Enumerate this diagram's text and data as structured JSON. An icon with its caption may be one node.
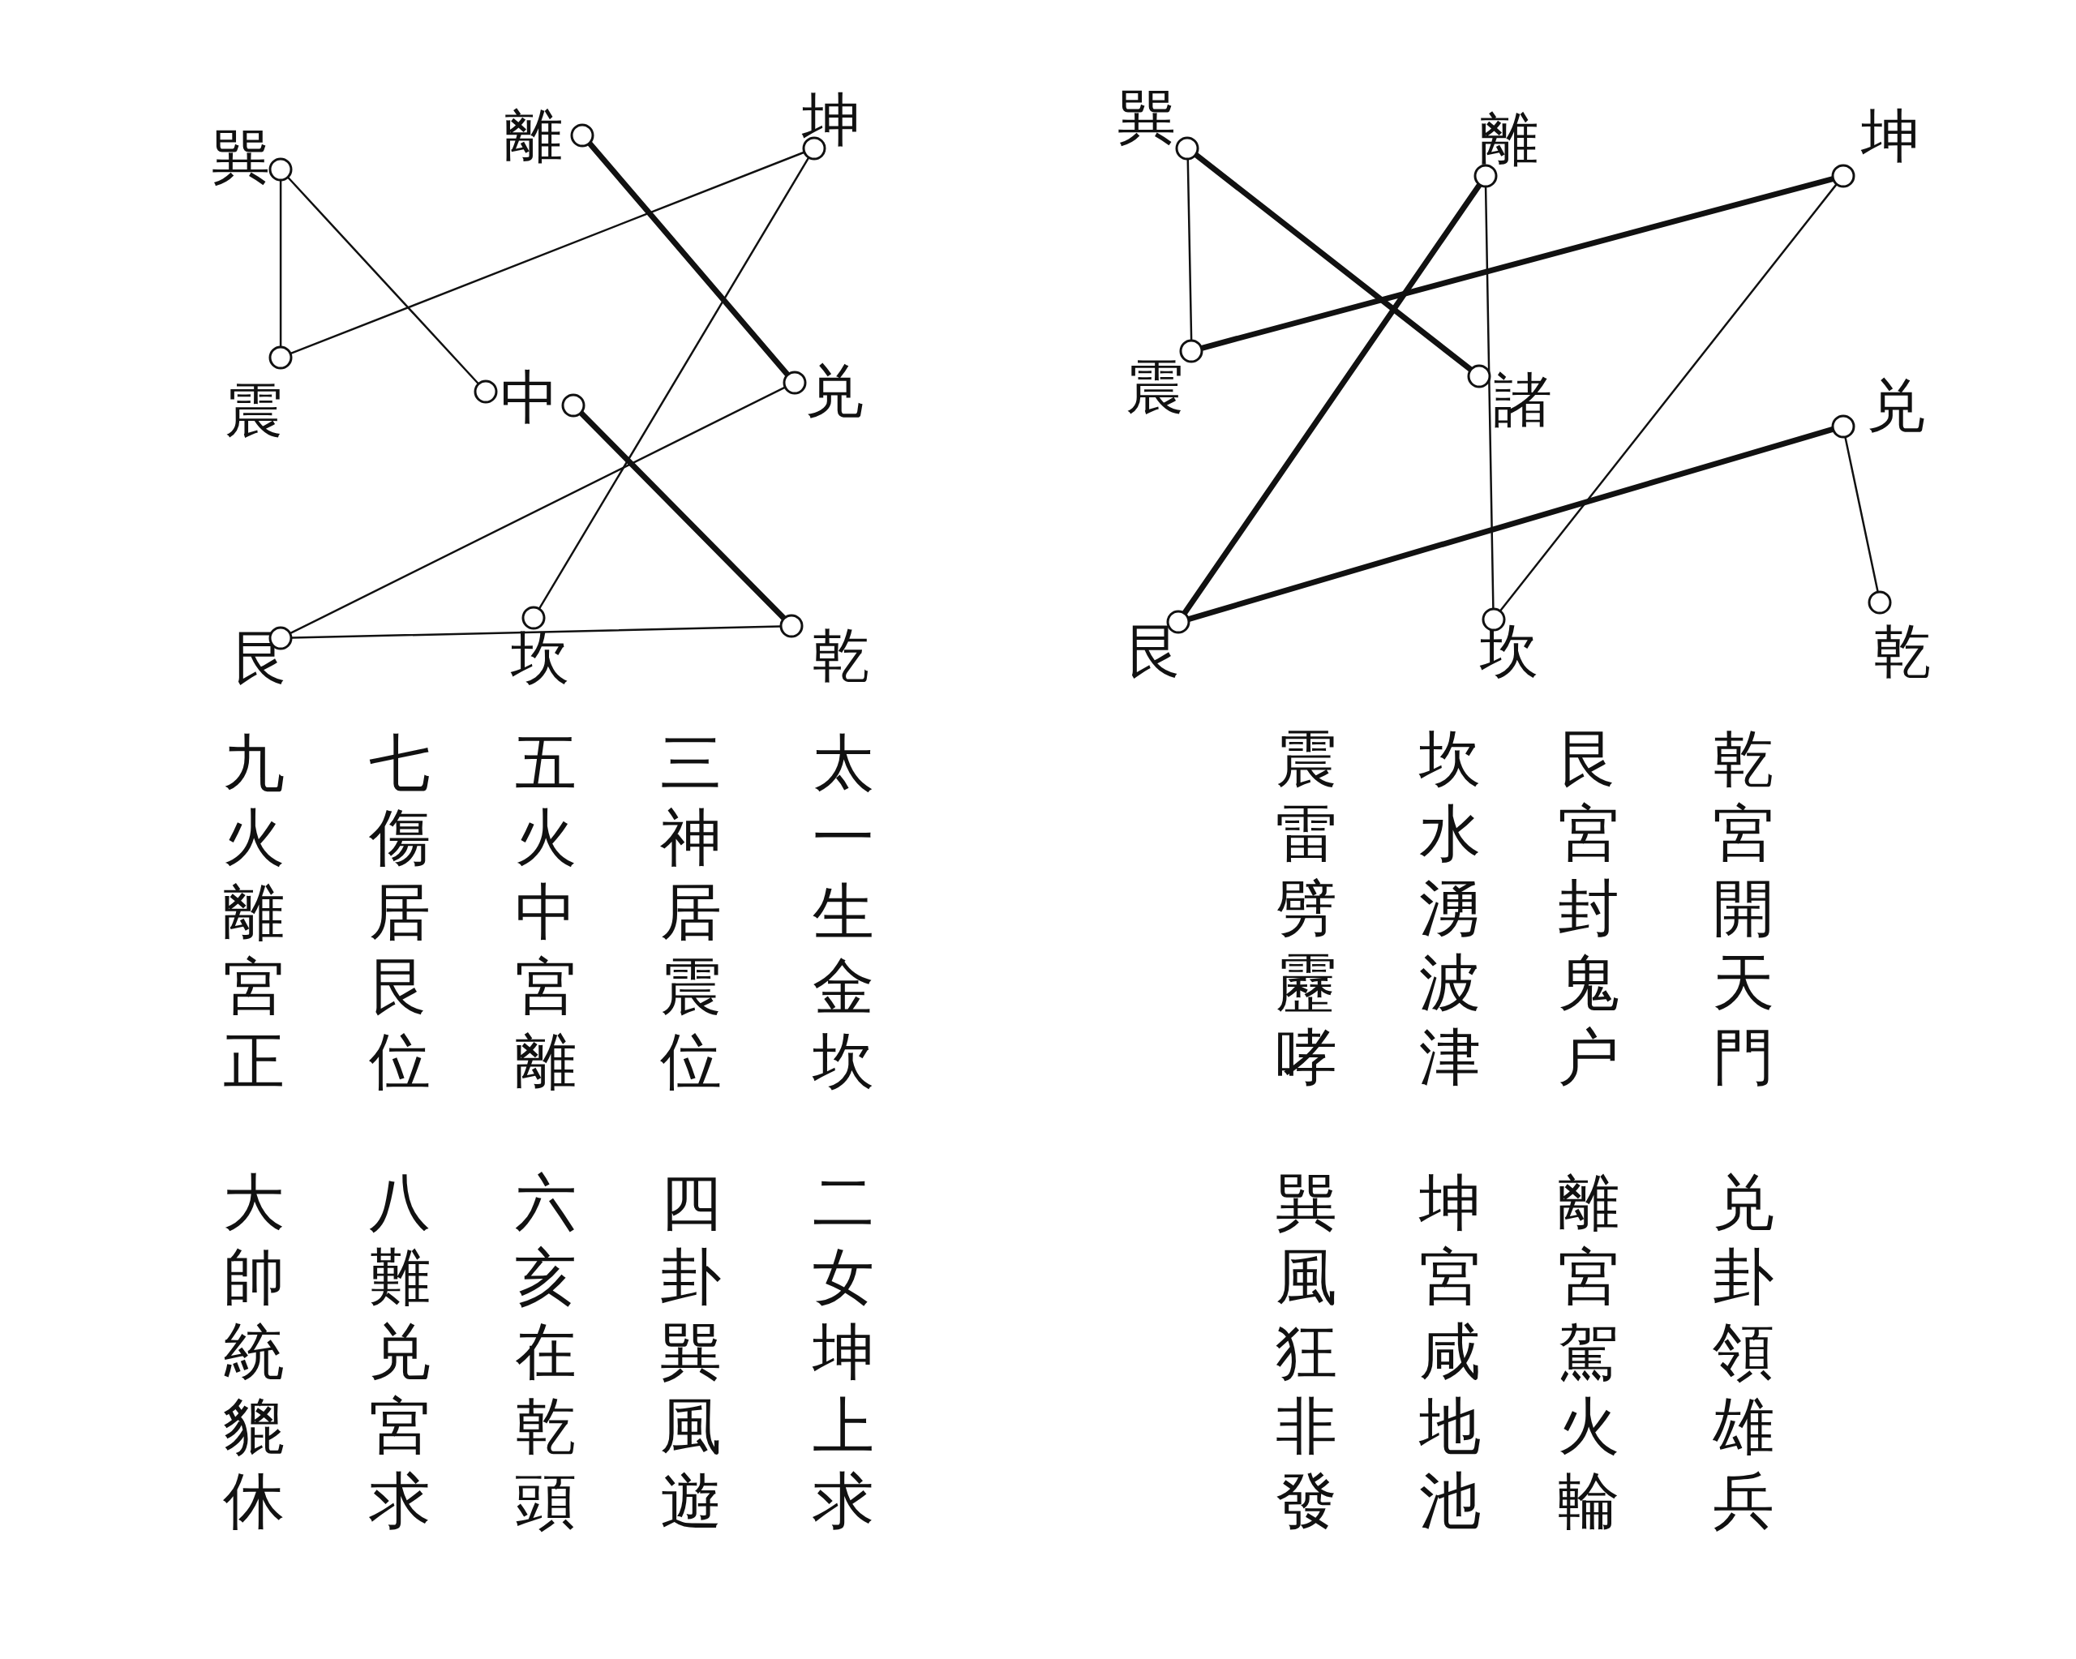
{
  "diagram": {
    "nodes": [
      {
        "text": [
          "巽"
        ]
      },
      {
        "text": [
          "離"
        ]
      },
      {
        "text": [
          "坤"
        ]
      },
      {
        "text": [
          "震"
        ]
      },
      {
        "text": [
          "中"
        ]
      },
      {
        "text": [
          "兑"
        ]
      },
      {
        "text": [
          "艮"
        ]
      },
      {
        "text": [
          "坎"
        ]
      },
      {
        "text": [
          "乾"
        ]
      },
      {
        "text": [
          "巽"
        ]
      },
      {
        "text": [
          "離"
        ]
      },
      {
        "text": [
          "坤"
        ]
      },
      {
        "text": [
          "震"
        ]
      },
      {
        "text": [
          "諸"
        ]
      },
      {
        "text": [
          "兑"
        ]
      },
      {
        "text": [
          "艮"
        ]
      },
      {
        "text": [
          "坎"
        ]
      },
      {
        "text": [
          "乾"
        ]
      }
    ],
    "edges": [
      {
        "from": 0,
        "to": 3,
        "arrow": "none"
      },
      {
        "from": 0,
        "to": 4,
        "arrow": "none"
      },
      {
        "from": 1,
        "to": 5,
        "arrow": "none",
        "style": "thick"
      },
      {
        "from": 2,
        "to": 3,
        "arrow": "none"
      },
      {
        "from": 2,
        "to": 7,
        "arrow": "none"
      },
      {
        "from": 5,
        "to": 6,
        "arrow": "none"
      },
      {
        "from": 4,
        "to": 8,
        "arrow": "none",
        "style": "thick"
      },
      {
        "from": 6,
        "to": 8,
        "arrow": "none"
      },
      {
        "from": 9,
        "to": 12,
        "arrow": "none"
      },
      {
        "from": 9,
        "to": 13,
        "arrow": "none",
        "style": "thick"
      },
      {
        "from": 10,
        "to": 15,
        "arrow": "none",
        "style": "thick"
      },
      {
        "from": 10,
        "to": 16,
        "arrow": "none"
      },
      {
        "from": 11,
        "to": 12,
        "arrow": "none",
        "style": "thick"
      },
      {
        "from": 11,
        "to": 16,
        "arrow": "none"
      },
      {
        "from": 14,
        "to": 15,
        "arrow": "none",
        "style": "thick"
      },
      {
        "from": 14,
        "to": 17,
        "arrow": "none"
      }
    ],
    "labels": [
      "太一生金坎",
      "三神居震位",
      "五火中宮離",
      "七傷居艮位",
      "九火離宮正",
      "二女坤上求",
      "四卦巽風遊",
      "六亥在乾頭",
      "八難兑宮求",
      "大帥統貔休",
      "乾宮開天門",
      "艮宮封鬼户",
      "坎水湧波津",
      "震雷劈靂哮",
      "兑卦領雄兵",
      "離宮駕火輪",
      "坤宮咸地池",
      "巽風狂非發"
    ]
  }
}
